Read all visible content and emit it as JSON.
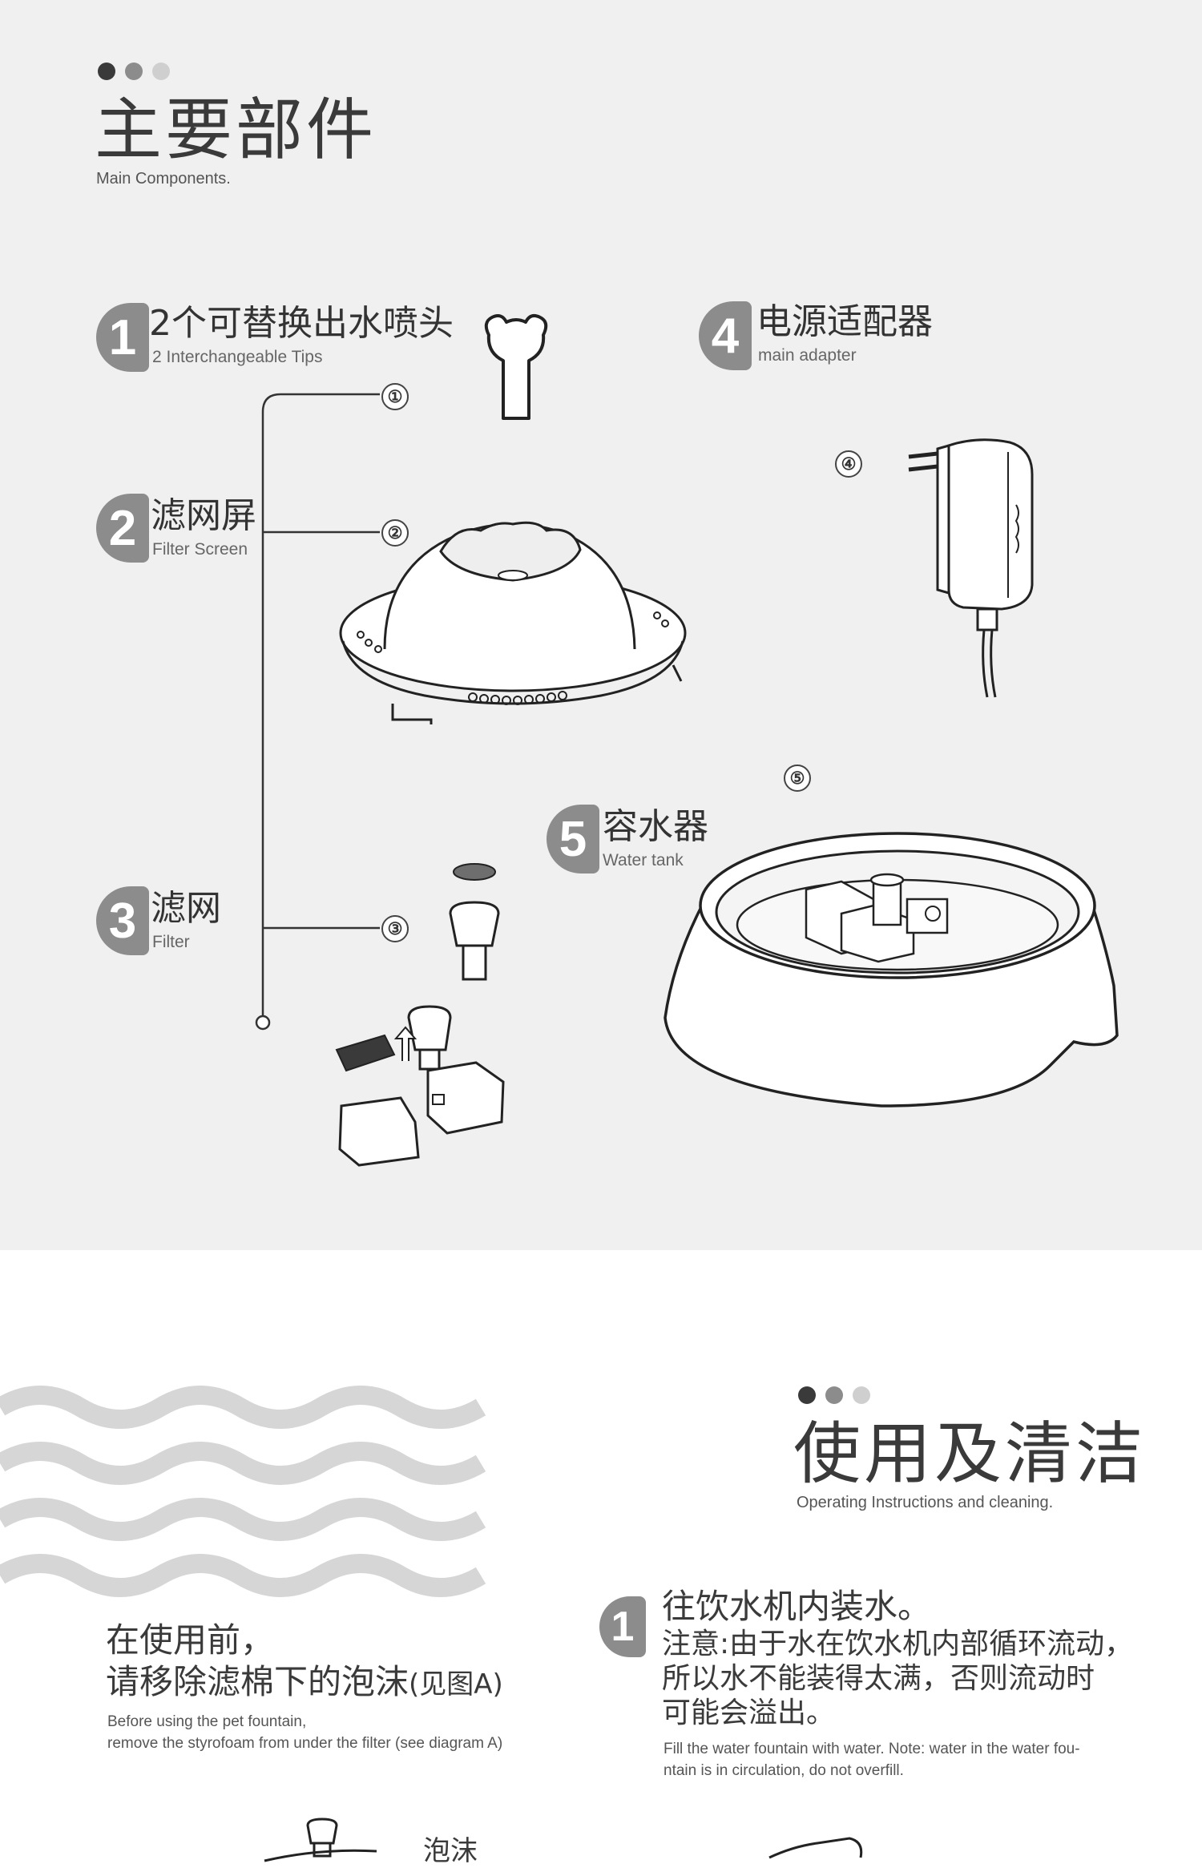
{
  "main_components": {
    "title": "主要部件",
    "subtitle": "Main Components.",
    "dot_colors": [
      "#3a3a3a",
      "#8c8c8c",
      "#cfcfcf"
    ],
    "parts": [
      {
        "number": "1",
        "name_zh": "2个可替换出水喷头",
        "name_en": "2  Interchangeable Tips"
      },
      {
        "number": "2",
        "name_zh": "滤网屏",
        "name_en": "Filter Screen"
      },
      {
        "number": "3",
        "name_zh": "滤网",
        "name_en": "Filter"
      },
      {
        "number": "4",
        "name_zh": "电源适配器",
        "name_en": "main adapter"
      },
      {
        "number": "5",
        "name_zh": "容水器",
        "name_en": "Water tank"
      }
    ],
    "callouts": [
      "①",
      "②",
      "③",
      "④",
      "⑤"
    ]
  },
  "instructions": {
    "title": "使用及清洁",
    "subtitle": "Operating Instructions and cleaning.",
    "dot_colors": [
      "#3a3a3a",
      "#8c8c8c",
      "#cfcfcf"
    ],
    "before_use": {
      "line1": "在使用前，",
      "line2_main": "请移除滤棉下的泡沫",
      "line2_note": "(见图A)",
      "en_line1": "Before using the pet fountain,",
      "en_line2": "remove the styrofoam from under the filter (see diagram A)"
    },
    "step1": {
      "number": "1",
      "title": "往饮水机内装水。",
      "note_line1": "注意:由于水在饮水机内部循环流动，",
      "note_line2": "所以水不能装得太满，否则流动时",
      "note_line3": "可能会溢出。",
      "en_line1": "Fill the water fountain with water. Note: water in the water fou-",
      "en_line2": "ntain is in circulation, do not overfill."
    },
    "foam_label": "泡沫"
  },
  "colors": {
    "top_background": "#f0f0f0",
    "badge_grey": "#8c8c8c",
    "wave_grey": "#d6d6d6",
    "line_dark": "#333333"
  }
}
